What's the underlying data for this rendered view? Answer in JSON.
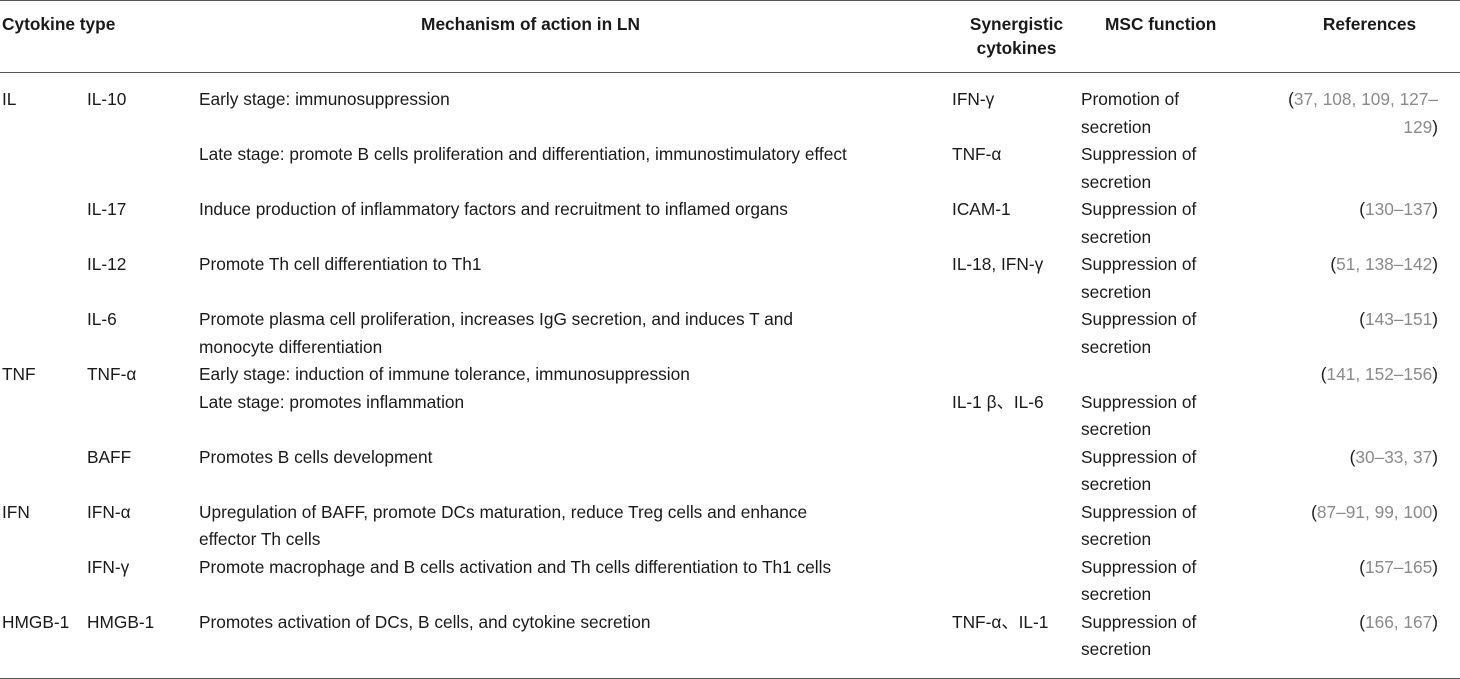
{
  "table": {
    "headers": {
      "cytokine_type": "Cytokine type",
      "mechanism": "Mechanism of action in LN",
      "synergistic_line1": "Synergistic",
      "synergistic_line2": "cytokines",
      "msc_function": "MSC function",
      "references": "References"
    },
    "rows": [
      {
        "type": "IL",
        "sub": "IL-10",
        "mechanism": "Early stage: immunosuppression",
        "synergistic": "IFN-γ",
        "msc_line1": "Promotion of",
        "msc_line2": "secretion",
        "refs_line1": "37, 108, 109, 127–",
        "refs_line2": "129"
      },
      {
        "type": "",
        "sub": "",
        "mechanism": "Late stage: promote B cells proliferation and differentiation, immunostimulatory effect",
        "synergistic": "TNF-α",
        "msc_line1": "Suppression of",
        "msc_line2": "secretion",
        "refs_line1": "",
        "refs_line2": ""
      },
      {
        "type": "",
        "sub": "IL-17",
        "mechanism": "Induce production of inflammatory factors and recruitment to inflamed organs",
        "synergistic": "ICAM-1",
        "msc_line1": "Suppression of",
        "msc_line2": "secretion",
        "refs_line1": "130–137",
        "refs_line2": ""
      },
      {
        "type": "",
        "sub": "IL-12",
        "mechanism": "Promote Th cell differentiation to Th1",
        "synergistic": "IL-18, IFN-γ",
        "msc_line1": "Suppression of",
        "msc_line2": "secretion",
        "refs_line1": "51, 138–142",
        "refs_line2": ""
      },
      {
        "type": "",
        "sub": "IL-6",
        "mechanism_line1": "Promote plasma cell proliferation, increases IgG secretion, and induces T and",
        "mechanism_line2": "monocyte differentiation",
        "synergistic": "",
        "msc_line1": "Suppression of",
        "msc_line2": "secretion",
        "refs_line1": "143–151",
        "refs_line2": ""
      },
      {
        "type": "TNF",
        "sub": "TNF-α",
        "mechanism": "Early stage: induction of immune tolerance, immunosuppression",
        "synergistic": "",
        "msc_line1": "",
        "msc_line2": "",
        "refs_line1": "141, 152–156",
        "refs_line2": ""
      },
      {
        "type": "",
        "sub": "",
        "mechanism": "Late stage: promotes inflammation",
        "synergistic": "IL-1 β、IL-6",
        "msc_line1": "Suppression of",
        "msc_line2": "secretion",
        "refs_line1": "",
        "refs_line2": ""
      },
      {
        "type": "",
        "sub": "BAFF",
        "mechanism": "Promotes B cells development",
        "synergistic": "",
        "msc_line1": "Suppression of",
        "msc_line2": "secretion",
        "refs_line1": "30–33, 37",
        "refs_line2": ""
      },
      {
        "type": "IFN",
        "sub": "IFN-α",
        "mechanism_line1": "Upregulation of BAFF, promote DCs maturation, reduce Treg cells and enhance",
        "mechanism_line2": "effector Th cells",
        "synergistic": "",
        "msc_line1": "Suppression of",
        "msc_line2": "secretion",
        "refs_line1": "87–91, 99, 100",
        "refs_line2": ""
      },
      {
        "type": "",
        "sub": "IFN-γ",
        "mechanism": "Promote macrophage and B cells activation and Th cells differentiation to Th1 cells",
        "synergistic": "",
        "msc_line1": "Suppression of",
        "msc_line2": "secretion",
        "refs_line1": "157–165",
        "refs_line2": ""
      },
      {
        "type": "HMGB-1",
        "sub": "HMGB-1",
        "mechanism": "Promotes activation of DCs, B cells, and cytokine secretion",
        "synergistic": "TNF-α、IL-1",
        "msc_line1": "Suppression of",
        "msc_line2": "secretion",
        "refs_line1": "166, 167",
        "refs_line2": ""
      }
    ]
  }
}
